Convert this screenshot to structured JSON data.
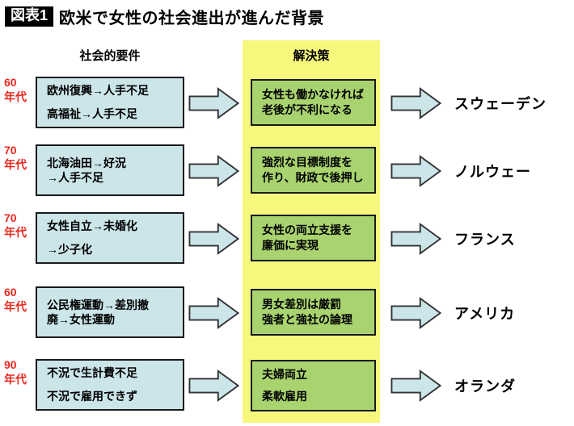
{
  "title": {
    "badge": "図表1",
    "text": "欧米で女性の社会進出が進んだ背景"
  },
  "headers": {
    "requirements": "社会的要件",
    "solutions": "解決策"
  },
  "rows": [
    {
      "era": "60年代",
      "requirement_lines": [
        "欧州復興→人手不足",
        "高福祉→人手不足"
      ],
      "solution_lines": [
        "女性も働かなければ",
        "老後が不利になる"
      ],
      "country": "スウェーデン"
    },
    {
      "era": "70年代",
      "requirement_lines": [
        "北海油田→好況",
        "→人手不足"
      ],
      "solution_lines": [
        "強烈な目標制度を",
        "作り、財政で後押し"
      ],
      "country": "ノルウェー"
    },
    {
      "era": "70年代",
      "requirement_lines": [
        "女性自立→未婚化",
        "→少子化"
      ],
      "solution_lines": [
        "女性の両立支援を",
        "廉価に実現"
      ],
      "country": "フランス"
    },
    {
      "era": "60年代",
      "requirement_lines": [
        "公民権運動→差別撤",
        "廃→女性運動"
      ],
      "solution_lines": [
        "男女差別は厳罰",
        "強者と強社の論理"
      ],
      "country": "アメリカ"
    },
    {
      "era": "90年代",
      "requirement_lines": [
        "不況で生計費不足",
        "不況で雇用できず"
      ],
      "solution_lines": [
        "夫婦両立",
        "柔軟雇用"
      ],
      "country": "オランダ"
    }
  ],
  "colors": {
    "box_fill": "#cbe5e9",
    "solution_fill": "#a9d36e",
    "band": "#f6f77d",
    "era_red": "#e8281e"
  }
}
